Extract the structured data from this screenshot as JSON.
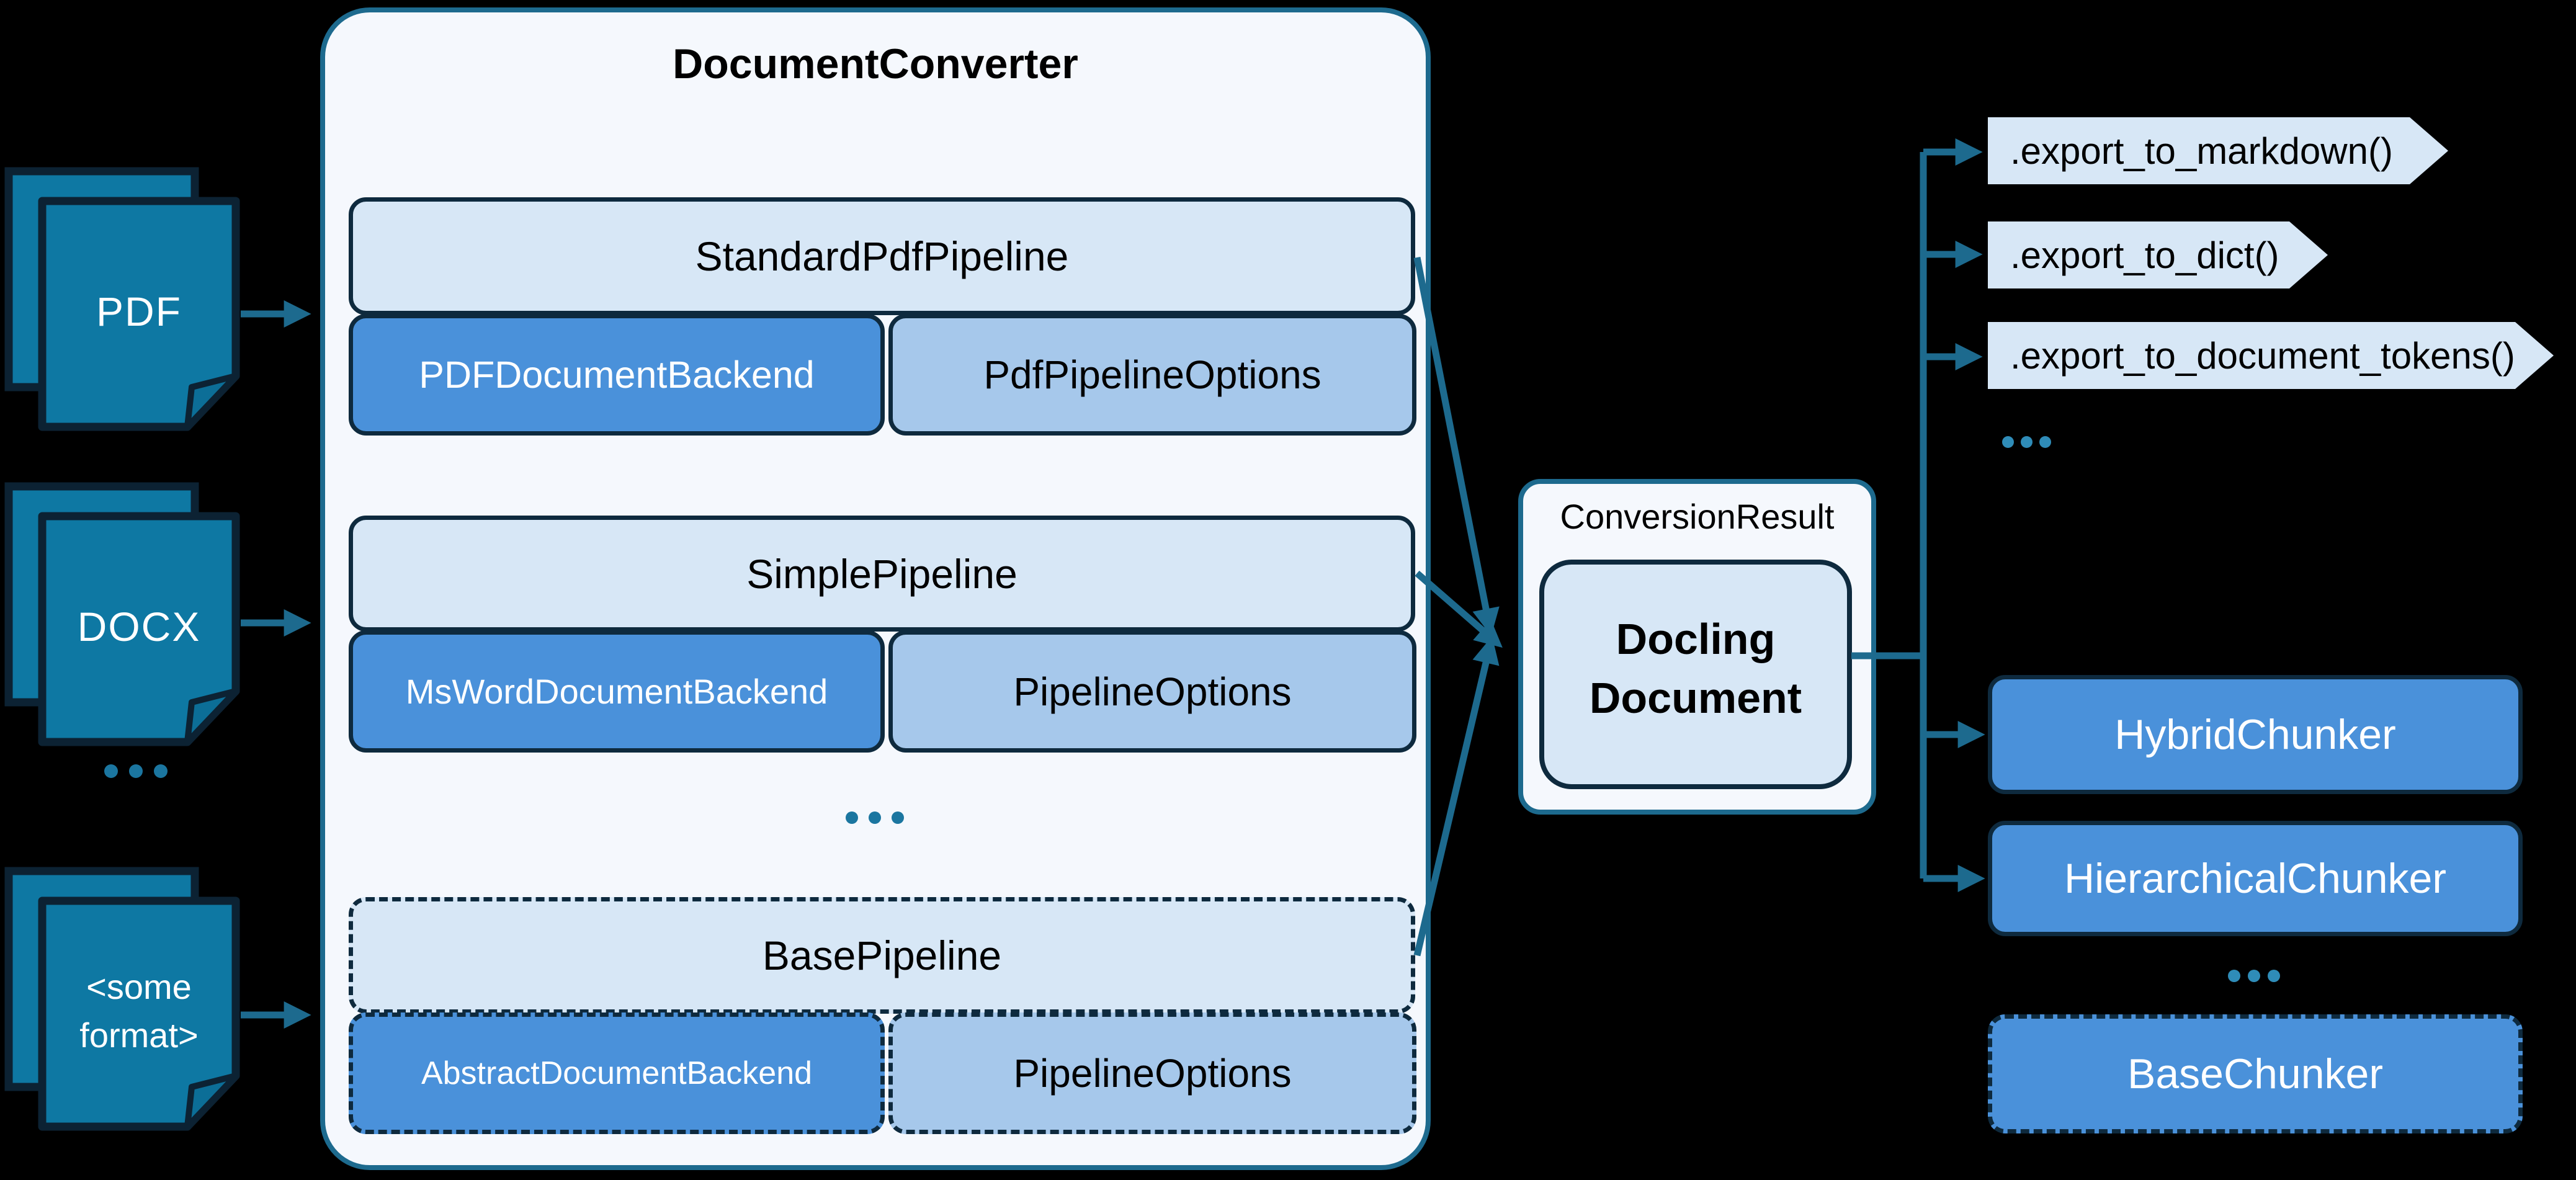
{
  "colors": {
    "background": "#000000",
    "teal_line": "#1d6a8e",
    "navy_border": "#0e2a3e",
    "panel_bg": "#f5f8fd",
    "light_blue": "#d7e7f6",
    "medium_blue": "#4a91da",
    "pale_blue": "#a6c8eb",
    "icon_teal": "#0e78a3",
    "dot_teal": "#1b76a0"
  },
  "inputs": {
    "pdf": {
      "label": "PDF"
    },
    "docx": {
      "label": "DOCX"
    },
    "ellipsis": "...",
    "some_format": {
      "line1": "<some",
      "line2": "format>"
    }
  },
  "converter": {
    "title": "DocumentConverter",
    "ellipsis": "...",
    "pipelines": [
      {
        "name": "StandardPdfPipeline",
        "backend": "PDFDocumentBackend",
        "options": "PdfPipelineOptions"
      },
      {
        "name": "SimplePipeline",
        "backend": "MsWordDocumentBackend",
        "options": "PipelineOptions"
      },
      {
        "name": "BasePipeline",
        "backend": "AbstractDocumentBackend",
        "options": "PipelineOptions"
      }
    ]
  },
  "result": {
    "label": "ConversionResult",
    "doc_line1": "Docling",
    "doc_line2": "Document"
  },
  "exports": {
    "items": [
      ".export_to_markdown()",
      ".export_to_dict()",
      ".export_to_document_tokens()"
    ],
    "ellipsis": "..."
  },
  "chunkers": {
    "items": [
      "HybridChunker",
      "HierarchicalChunker",
      "BaseChunker"
    ],
    "ellipsis": "..."
  }
}
